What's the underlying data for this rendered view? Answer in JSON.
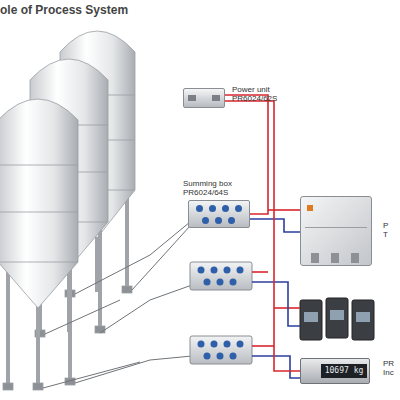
{
  "diagram": {
    "title": "ole of Process System",
    "nodes": [
      {
        "text": [
          "Power unit PR6024/62S"
        ]
      },
      {
        "text": [
          "Summing box PR6024/64S"
        ]
      },
      {
        "text": [
          "P T"
        ]
      },
      {
        "text": [
          "10697 kg",
          "PR Inc"
        ]
      }
    ],
    "edges": [
      {
        "from": 0,
        "to": 1,
        "arrow": "none"
      },
      {
        "from": 1,
        "to": 2,
        "arrow": "none"
      },
      {
        "from": 0,
        "to": 3,
        "arrow": "none"
      }
    ]
  }
}
